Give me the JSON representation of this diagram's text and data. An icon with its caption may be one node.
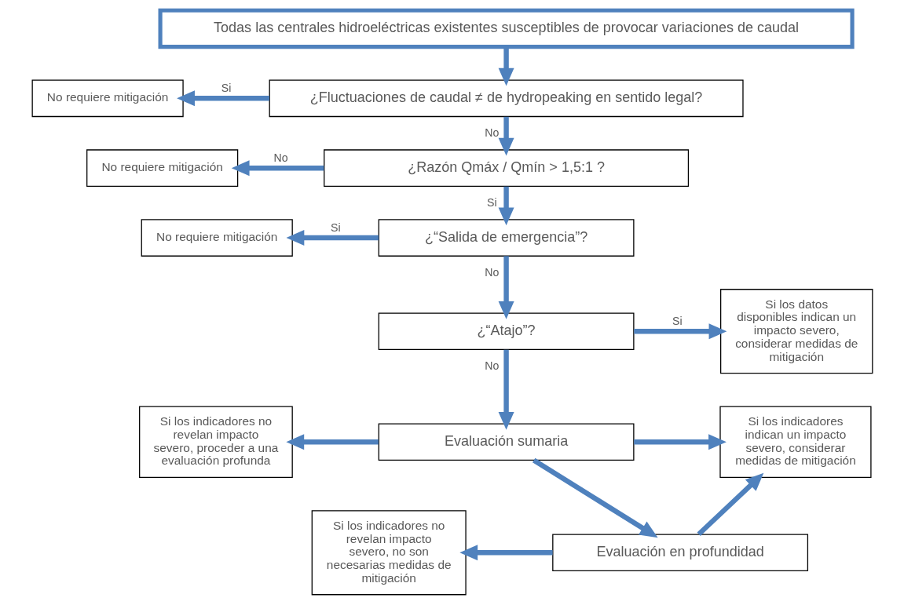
{
  "diagram": {
    "nodes": [
      {
        "text": [
          "Todas las centrales hidroeléctricas existentes susceptibles de provocar variaciones de caudal"
        ]
      },
      {
        "text": [
          "¿Fluctuaciones de caudal ≠ de hydropeaking en sentido legal?"
        ]
      },
      {
        "text": [
          "No requiere mitigación"
        ]
      },
      {
        "text": [
          "¿Razón Qmáx / Qmín > 1,5:1 ?"
        ]
      },
      {
        "text": [
          "No requiere mitigación"
        ]
      },
      {
        "text": [
          "¿“Salida de emergencia”?"
        ]
      },
      {
        "text": [
          "No requiere mitigación"
        ]
      },
      {
        "text": [
          "¿“Atajo”?"
        ]
      },
      {
        "text": [
          "Si los datos disponibles indican un impacto severo, considerar medidas de mitigación"
        ]
      },
      {
        "text": [
          "Evaluación sumaria"
        ]
      },
      {
        "text": [
          "Si los indicadores no revelan impacto severo, proceder a una evaluación profunda"
        ]
      },
      {
        "text": [
          "Si los indicadores indican un impacto severo, considerar medidas de mitigación"
        ]
      },
      {
        "text": [
          "Evaluación en profundidad"
        ]
      },
      {
        "text": [
          "Si los indicadores no revelan impacto severo, no son necesarias medidas de mitigación"
        ]
      }
    ],
    "edges": [
      {
        "from": 0,
        "to": 1,
        "arrow": "to"
      },
      {
        "from": 1,
        "to": 2,
        "arrow": "to",
        "label": "Si"
      },
      {
        "from": 1,
        "to": 3,
        "arrow": "to",
        "label": "No"
      },
      {
        "from": 3,
        "to": 4,
        "arrow": "to",
        "label": "No"
      },
      {
        "from": 3,
        "to": 5,
        "arrow": "to",
        "label": "Si"
      },
      {
        "from": 5,
        "to": 6,
        "arrow": "to",
        "label": "Si"
      },
      {
        "from": 5,
        "to": 7,
        "arrow": "to",
        "label": "No"
      },
      {
        "from": 7,
        "to": 8,
        "arrow": "to",
        "label": "Si"
      },
      {
        "from": 7,
        "to": 9,
        "arrow": "to",
        "label": "No"
      },
      {
        "from": 9,
        "to": 10,
        "arrow": "to"
      },
      {
        "from": 9,
        "to": 11,
        "arrow": "to"
      },
      {
        "from": 9,
        "to": 12,
        "arrow": "to"
      },
      {
        "from": 12,
        "to": 13,
        "arrow": "to"
      },
      {
        "from": 12,
        "to": 11,
        "arrow": "to"
      }
    ]
  }
}
